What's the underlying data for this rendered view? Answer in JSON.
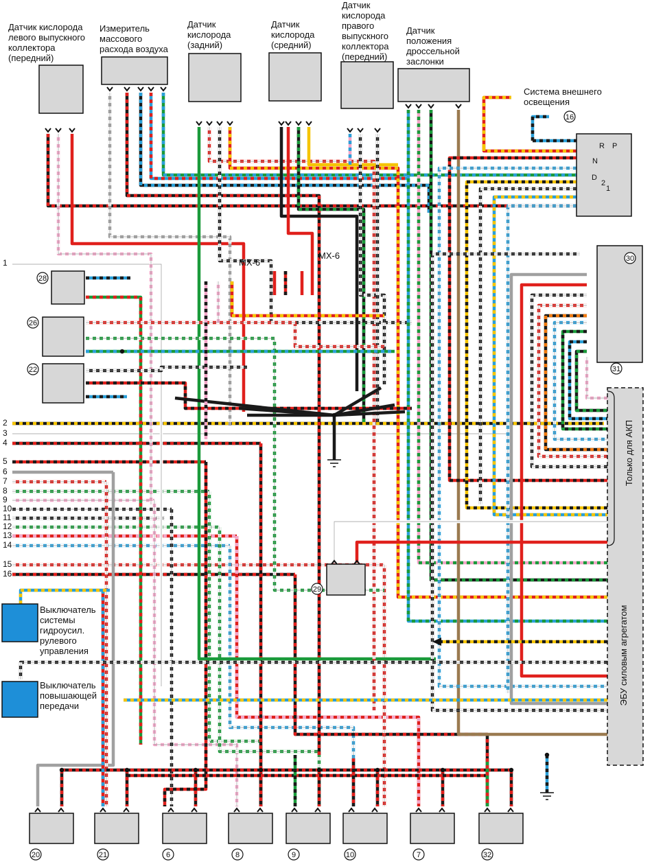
{
  "components": {
    "o2_left_front": [
      "Датчик кислорода",
      "левого выпускного",
      "коллектора",
      "(передний)"
    ],
    "maf": [
      "Измеритель",
      "массового",
      "расхода воздуха"
    ],
    "o2_rear": [
      "Датчик",
      "кислорода",
      "(задний)"
    ],
    "o2_middle": [
      "Датчик",
      "кислорода",
      "(средний)"
    ],
    "o2_right_front": [
      "Датчик",
      "кислорода",
      "правого",
      "выпускного",
      "коллектора",
      "(передний)"
    ],
    "throttle": [
      "Датчик",
      "положения",
      "дроссельной",
      "заслонки"
    ],
    "lighting": [
      "Система внешнего",
      "освещения"
    ],
    "ps_switch": [
      "Выключатель",
      "системы",
      "гидроусил.",
      "рулевого",
      "управления"
    ],
    "od_switch": [
      "Выключатель",
      "повышающей",
      "передачи"
    ],
    "akp_only": "Только для АКП",
    "ecu": "ЭБУ силовым агрегатом",
    "mx6_a": "MX-6",
    "mx6_b": "MX-6"
  },
  "callouts": {
    "c16": "16",
    "c30": "30",
    "c31": "31",
    "c28": "28",
    "c26": "26",
    "c22": "22",
    "c29": "29",
    "bottom": [
      "20",
      "21",
      "6",
      "8",
      "9",
      "10",
      "7",
      "32"
    ]
  },
  "wire_numbers": [
    "1",
    "2",
    "3",
    "4",
    "5",
    "6",
    "7",
    "8",
    "9",
    "10",
    "11",
    "12",
    "13",
    "14",
    "15",
    "16"
  ],
  "switch_letters": [
    "R",
    "N",
    "P",
    "D",
    "2",
    "1"
  ],
  "colors": {
    "black": "#1a1a1a",
    "red": "#e0201c",
    "green": "#1a9a3a",
    "blue": "#2a9fd8",
    "yellow": "#f5c400",
    "pink": "#f2a6c8",
    "gray": "#a0a0a0",
    "brown": "#9a7a50",
    "white": "#ffffff",
    "orange": "#f07a10",
    "connector_fill": "#d7d7d7",
    "switch_fill": "#1e8fd8"
  }
}
